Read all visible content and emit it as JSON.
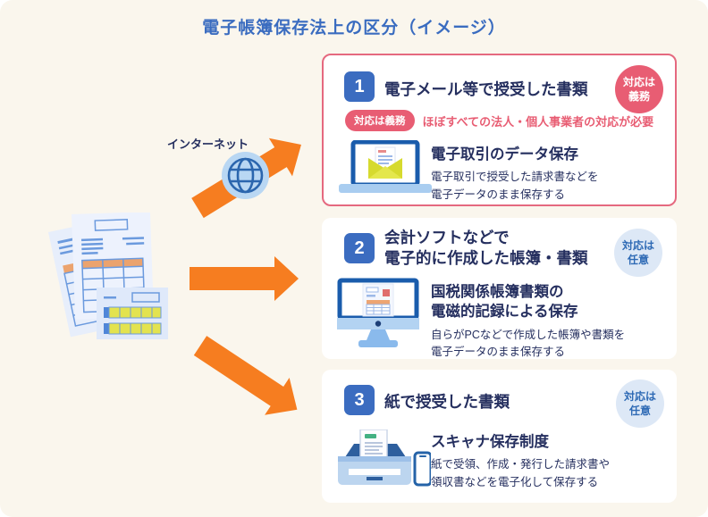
{
  "page": {
    "title": "電子帳簿保存法上の区分（イメージ）"
  },
  "illustration": {
    "internet_label": "インターネット",
    "globe_icon": "globe-icon",
    "documents_icon": "paper-documents-icon",
    "arrow_icon": "orange-arrow-icon"
  },
  "colors": {
    "background": "#faf6ed",
    "card_bg": "#ffffff",
    "title_blue": "#3a6cc0",
    "navy_text": "#252f5f",
    "number_blue": "#3b6cc0",
    "mandatory_pink": "#e85d73",
    "mandatory_border": "#e5697f",
    "optional_badge_bg": "#dde8f6",
    "optional_badge_text": "#2e6ab5",
    "arrow_orange": "#f67d20"
  },
  "sections": [
    {
      "number": "1",
      "title": "電子メール等で授受した書類",
      "badge": "対応は\n義務",
      "pill": "対応は義務",
      "note": "ほぼすべての法人・個人事業者の対応が必要",
      "icon": "laptop-email-icon",
      "method_title": "電子取引のデータ保存",
      "method_desc": "電子取引で授受した請求書などを\n電子データのまま保存する"
    },
    {
      "number": "2",
      "title": "会計ソフトなどで\n電子的に作成した帳簿・書類",
      "badge": "対応は\n任意",
      "icon": "desktop-document-icon",
      "method_title": "国税関係帳簿書類の\n電磁的記録による保存",
      "method_desc": "自らがPCなどで作成した帳簿や書類を\n電子データのまま保存する"
    },
    {
      "number": "3",
      "title": "紙で授受した書類",
      "badge": "対応は\n任意",
      "icon": "scanner-smartphone-icon",
      "method_title": "スキャナ保存制度",
      "method_desc": "紙で受領、作成・発行した請求書や\n領収書などを電子化して保存する"
    }
  ]
}
